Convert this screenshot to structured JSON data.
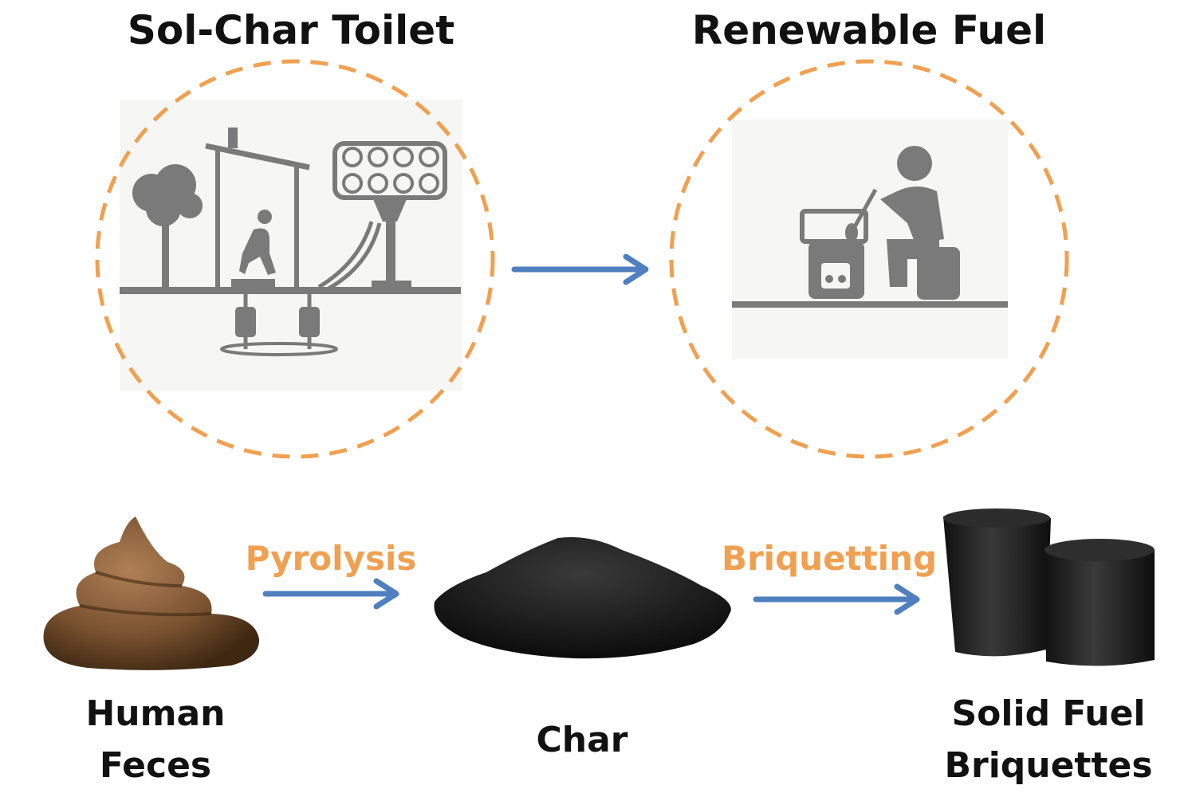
{
  "titles": {
    "left": "Sol-Char Toilet",
    "right": "Renewable Fuel"
  },
  "process": {
    "step1": "Pyrolysis",
    "step2": "Briquetting"
  },
  "captions": {
    "feces_line1": "Human",
    "feces_line2": "Feces",
    "char": "Char",
    "briquettes_line1": "Solid Fuel",
    "briquettes_line2": "Briquettes"
  },
  "colors": {
    "dashed_circle": "#f0a050",
    "arrow": "#4f7fbf",
    "process_text": "#f0a050",
    "icon_gray": "#7a7a7a",
    "feces_brown": "#7a5230",
    "char_black": "#1a1a1a"
  }
}
